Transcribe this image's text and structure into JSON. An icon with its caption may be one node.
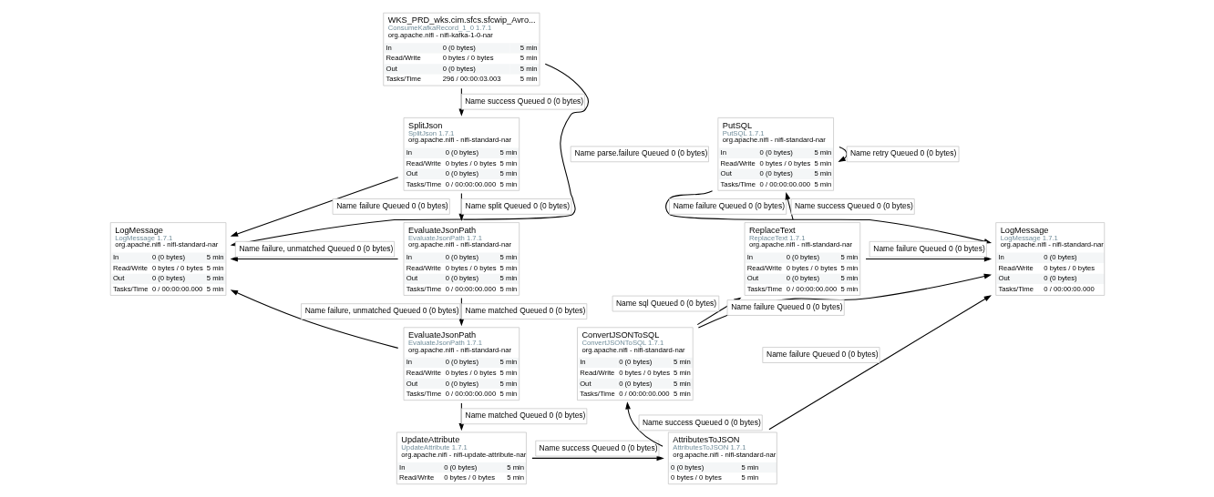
{
  "diagram": {
    "nodes": [
      {
        "text": [
          "WKS_PRD_wks.cim.sfcs.sfcwip_Avro...",
          "ConsumeKafkaRecord_1_0 1.7.1",
          "org.apache.nifi - nifi-kafka-1-0-nar",
          "In",
          "0 (0 bytes)",
          "5 min",
          "Read/Write",
          "0 bytes / 0 bytes",
          "5 min",
          "Out",
          "0 (0 bytes)",
          "5 min",
          "Tasks/Time",
          "296 / 00:00:03.003",
          "5 min"
        ]
      },
      {
        "text": [
          "SplitJson",
          "SplitJson 1.7.1",
          "org.apache.nifi - nifi-standard-nar",
          "In",
          "0 (0 bytes)",
          "5 min",
          "Read/Write",
          "0 bytes / 0 bytes",
          "5 min",
          "Out",
          "0 (0 bytes)",
          "5 min",
          "Tasks/Time",
          "0 / 00:00:00.000",
          "5 min"
        ]
      },
      {
        "text": [
          "PutSQL",
          "PutSQL 1.7.1",
          "org.apache.nifi - nifi-standard-nar",
          "In",
          "0 (0 bytes)",
          "5 min",
          "Read/Write",
          "0 bytes / 0 bytes",
          "5 min",
          "Out",
          "0 (0 bytes)",
          "5 min",
          "Tasks/Time",
          "0 / 00:00:00.000",
          "5 min"
        ]
      },
      {
        "text": [
          "LogMessage",
          "LogMessage 1.7.1",
          "org.apache.nifi - nifi-standard-nar",
          "In",
          "0 (0 bytes)",
          "5 min",
          "Read/Write",
          "0 bytes / 0 bytes",
          "5 min",
          "Out",
          "0 (0 bytes)",
          "5 min",
          "Tasks/Time",
          "0 / 00:00:00.000",
          "5 min"
        ]
      },
      {
        "text": [
          "EvaluateJsonPath",
          "EvaluateJsonPath 1.7.1",
          "org.apache.nifi - nifi-standard-nar",
          "In",
          "0 (0 bytes)",
          "5 min",
          "Read/Write",
          "0 bytes / 0 bytes",
          "5 min",
          "Out",
          "0 (0 bytes)",
          "5 min",
          "Tasks/Time",
          "0 / 00:00:00.000",
          "5 min"
        ]
      },
      {
        "text": [
          "ReplaceText",
          "ReplaceText 1.7.1",
          "org.apache.nifi - nifi-standard-nar",
          "In",
          "0 (0 bytes)",
          "5 min",
          "Read/Write",
          "0 bytes / 0 bytes",
          "5 min",
          "Out",
          "0 (0 bytes)",
          "5 min",
          "Tasks/Time",
          "0 / 00:00:00.000",
          "5 min"
        ]
      },
      {
        "text": [
          "LogMessage",
          "LogMessage 1.7.1",
          "org.apache.nifi - nifi-standard-nar",
          "In",
          "0 (0 bytes)",
          "Read/Write",
          "0 bytes / 0 bytes",
          "Out",
          "0 (0 bytes)",
          "Tasks/Time",
          "0 / 00:00:00.000"
        ]
      },
      {
        "text": [
          "EvaluateJsonPath",
          "EvaluateJsonPath 1.7.1",
          "org.apache.nifi - nifi-standard-nar",
          "In",
          "0 (0 bytes)",
          "5 min",
          "Read/Write",
          "0 bytes / 0 bytes",
          "5 min",
          "Out",
          "0 (0 bytes)",
          "5 min",
          "Tasks/Time",
          "0 / 00:00:00.000",
          "5 min"
        ]
      },
      {
        "text": [
          "ConvertJSONToSQL",
          "ConvertJSONToSQL 1.7.1",
          "org.apache.nifi - nifi-standard-nar",
          "In",
          "0 (0 bytes)",
          "5 min",
          "Read/Write",
          "0 bytes / 0 bytes",
          "5 min",
          "Out",
          "0 (0 bytes)",
          "5 min",
          "Tasks/Time",
          "0 / 00:00:00.000",
          "5 min"
        ]
      },
      {
        "text": [
          "UpdateAttribute",
          "UpdateAttribute 1.7.1",
          "org.apache.nifi - nifi-update-attribute-nar",
          "In",
          "0 (0 bytes)",
          "5 min",
          "Read/Write",
          "0 bytes / 0 bytes",
          "5 min"
        ]
      },
      {
        "text": [
          "AttributesToJSON",
          "AttributesToJSON 1.7.1",
          "org.apache.nifi - nifi-standard-nar",
          "0 (0 bytes)",
          "5 min",
          "0 bytes / 0 bytes",
          "5 min"
        ]
      }
    ],
    "edges": [
      {
        "from": 0,
        "to": 1,
        "arrow": "to",
        "label": "Name success Queued 0 (0 bytes)"
      },
      {
        "from": 0,
        "to": 3,
        "arrow": "to",
        "label": "Name parse.failure Queued 0 (0 bytes)"
      },
      {
        "from": 1,
        "to": 4,
        "arrow": "to",
        "label": "Name split Queued 0 (0 bytes)"
      },
      {
        "from": 1,
        "to": 3,
        "arrow": "to",
        "label": "Name failure Queued 0 (0 bytes)"
      },
      {
        "from": 4,
        "to": 3,
        "arrow": "to",
        "label": "Name failure, unmatched Queued 0 (0 bytes)"
      },
      {
        "from": 4,
        "to": 7,
        "arrow": "to",
        "label": "Name matched Queued 0 (0 bytes)"
      },
      {
        "from": 7,
        "to": 3,
        "arrow": "to",
        "label": "Name failure, unmatched Queued 0 (0 bytes)"
      },
      {
        "from": 7,
        "to": 9,
        "arrow": "to",
        "label": "Name matched Queued 0 (0 bytes)"
      },
      {
        "from": 9,
        "to": 10,
        "arrow": "to",
        "label": "Name success Queued 0 (0 bytes)"
      },
      {
        "from": 10,
        "to": 8,
        "arrow": "to",
        "label": "Name success Queued 0 (0 bytes)"
      },
      {
        "from": 8,
        "to": 5,
        "arrow": "to",
        "label": "Name sql Queued 0 (0 bytes)"
      },
      {
        "from": 5,
        "to": 2,
        "arrow": "to",
        "label": "Name success Queued 0 (0 bytes)"
      },
      {
        "from": 2,
        "to": 2,
        "arrow": "to",
        "label": "Name retry Queued 0 (0 bytes)"
      },
      {
        "from": 2,
        "to": 6,
        "arrow": "to",
        "label": "Name failure Queued 0 (0 bytes)"
      },
      {
        "from": 5,
        "to": 6,
        "arrow": "to",
        "label": "Name failure Queued 0 (0 bytes)"
      },
      {
        "from": 8,
        "to": 6,
        "arrow": "to",
        "label": "Name failure Queued 0 (0 bytes)"
      },
      {
        "from": 10,
        "to": 6,
        "arrow": "to",
        "label": "Name failure Queued 0 (0 bytes)"
      }
    ]
  }
}
